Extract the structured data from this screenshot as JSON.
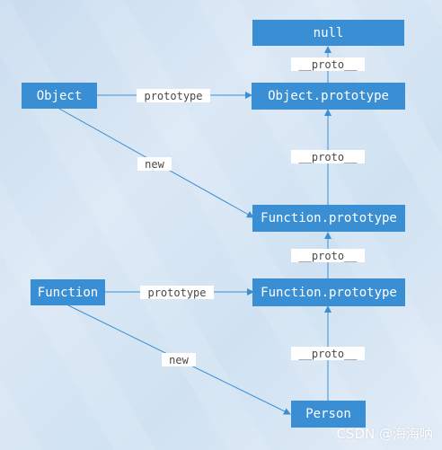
{
  "nodes": {
    "null": "null",
    "object_prototype": "Object.prototype",
    "object": "Object",
    "function_prototype_upper": "Function.prototype",
    "function": "Function",
    "function_prototype_lower": "Function.prototype",
    "person": "Person"
  },
  "edge_labels": {
    "proto_1": "__proto__",
    "prototype_object": "prototype",
    "new_object": "new",
    "proto_2": "__proto__",
    "proto_3": "__proto__",
    "prototype_function": "prototype",
    "new_function": "new",
    "proto_4": "__proto__"
  },
  "colors": {
    "node_fill": "#3a8fd4",
    "node_text": "#ffffff",
    "edge": "#3a8fd4"
  },
  "watermark": "CSDN @海海呐"
}
